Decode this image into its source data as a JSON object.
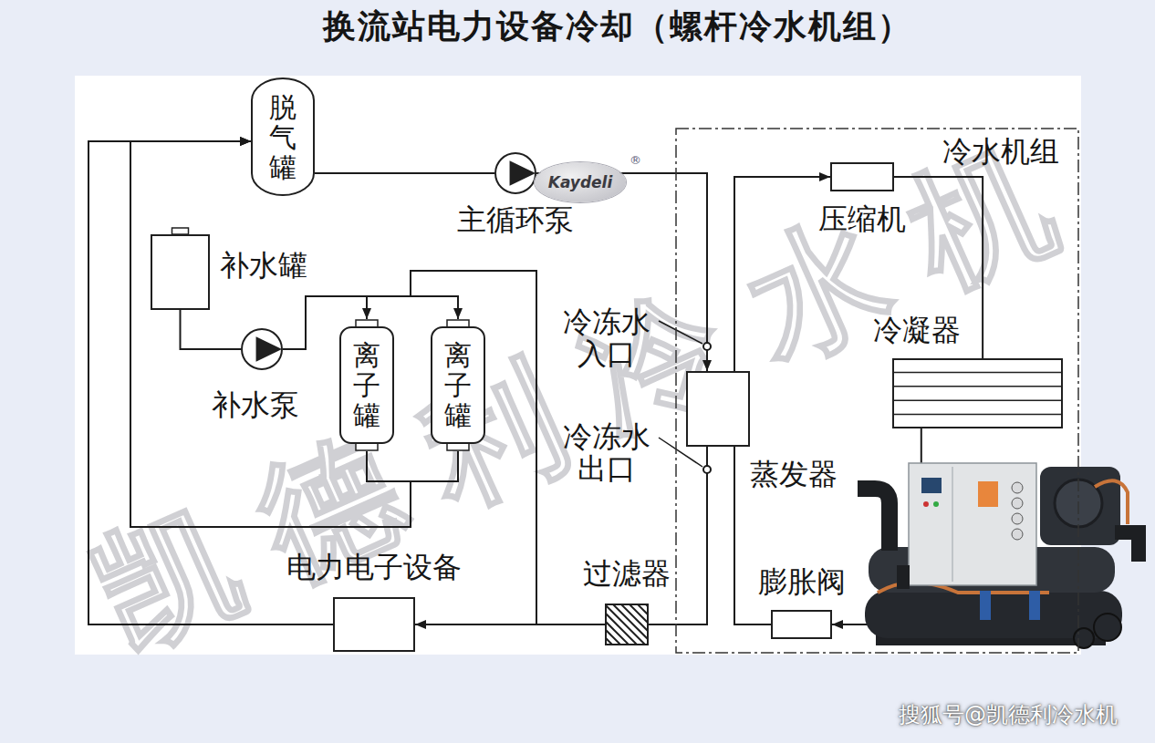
{
  "diagram": {
    "title": "换流站电力设备冷却（螺杆冷水机组）",
    "nodes": [
      {
        "text": [
          "脱气罐"
        ]
      },
      {
        "text": [
          "主循环泵"
        ]
      },
      {
        "text": [
          "冷水机组"
        ]
      },
      {
        "text": [
          "压缩机"
        ],
        "in": 2
      },
      {
        "text": [
          "冷凝器"
        ],
        "in": 2
      },
      {
        "text": [
          "蒸发器"
        ],
        "in": 2
      },
      {
        "text": [
          "膨胀阀"
        ],
        "in": 2
      },
      {
        "text": [
          "补水罐"
        ]
      },
      {
        "text": [
          "补水泵"
        ]
      },
      {
        "text": [
          "离子罐"
        ]
      },
      {
        "text": [
          "离子罐"
        ]
      },
      {
        "text": [
          "电力电子设备"
        ]
      },
      {
        "text": [
          "过滤器"
        ]
      }
    ],
    "edges": [
      {
        "from": 0,
        "to": 1,
        "arrow": "none"
      },
      {
        "from": 1,
        "to": 5,
        "arrow": "to"
      },
      {
        "from": 5,
        "to": 12,
        "arrow": "none"
      },
      {
        "from": 12,
        "to": 11,
        "arrow": "to"
      },
      {
        "from": 12,
        "to": 9,
        "arrow": "to"
      },
      {
        "from": 12,
        "to": 10,
        "arrow": "to"
      },
      {
        "from": 7,
        "to": 8,
        "arrow": "none"
      },
      {
        "from": 8,
        "to": 9,
        "arrow": "none"
      },
      {
        "from": 8,
        "to": 10,
        "arrow": "none"
      },
      {
        "from": 9,
        "to": 0,
        "arrow": "to"
      },
      {
        "from": 10,
        "to": 0,
        "arrow": "to"
      },
      {
        "from": 11,
        "to": 0,
        "arrow": "to"
      },
      {
        "from": 5,
        "to": 3,
        "arrow": "to"
      },
      {
        "from": 3,
        "to": 4,
        "arrow": "none"
      },
      {
        "from": 4,
        "to": 6,
        "arrow": "to"
      },
      {
        "from": 6,
        "to": 5,
        "arrow": "none"
      }
    ],
    "labels": [
      "冷冻水 入口",
      "冷冻水 出口",
      "Kaydeli",
      "®",
      "凯德利冷水机",
      "搜狐号@凯德利冷水机"
    ]
  }
}
